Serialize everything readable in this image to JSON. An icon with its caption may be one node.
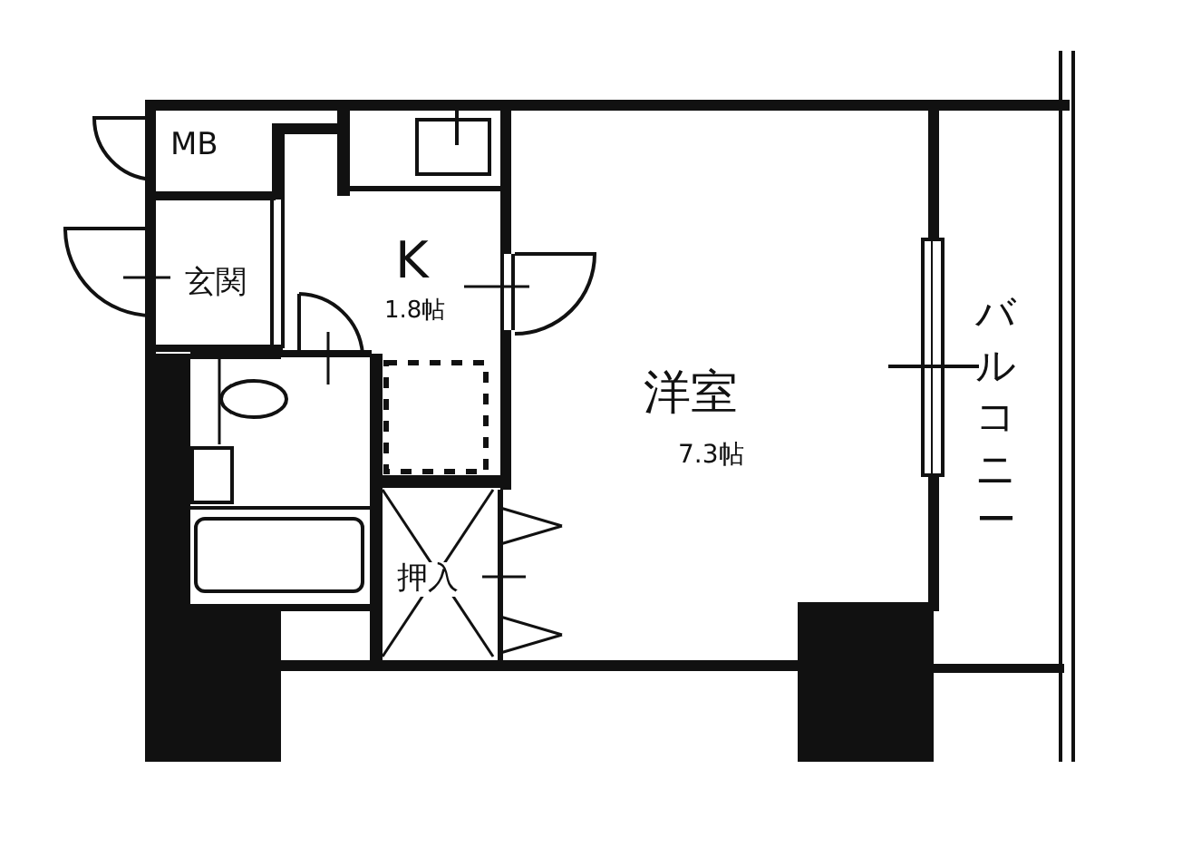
{
  "diagram": {
    "labels": [
      "MB",
      "玄関",
      "K",
      "1.8帖",
      "洋室",
      "7.3帖",
      "押入",
      "バルコニー"
    ]
  }
}
